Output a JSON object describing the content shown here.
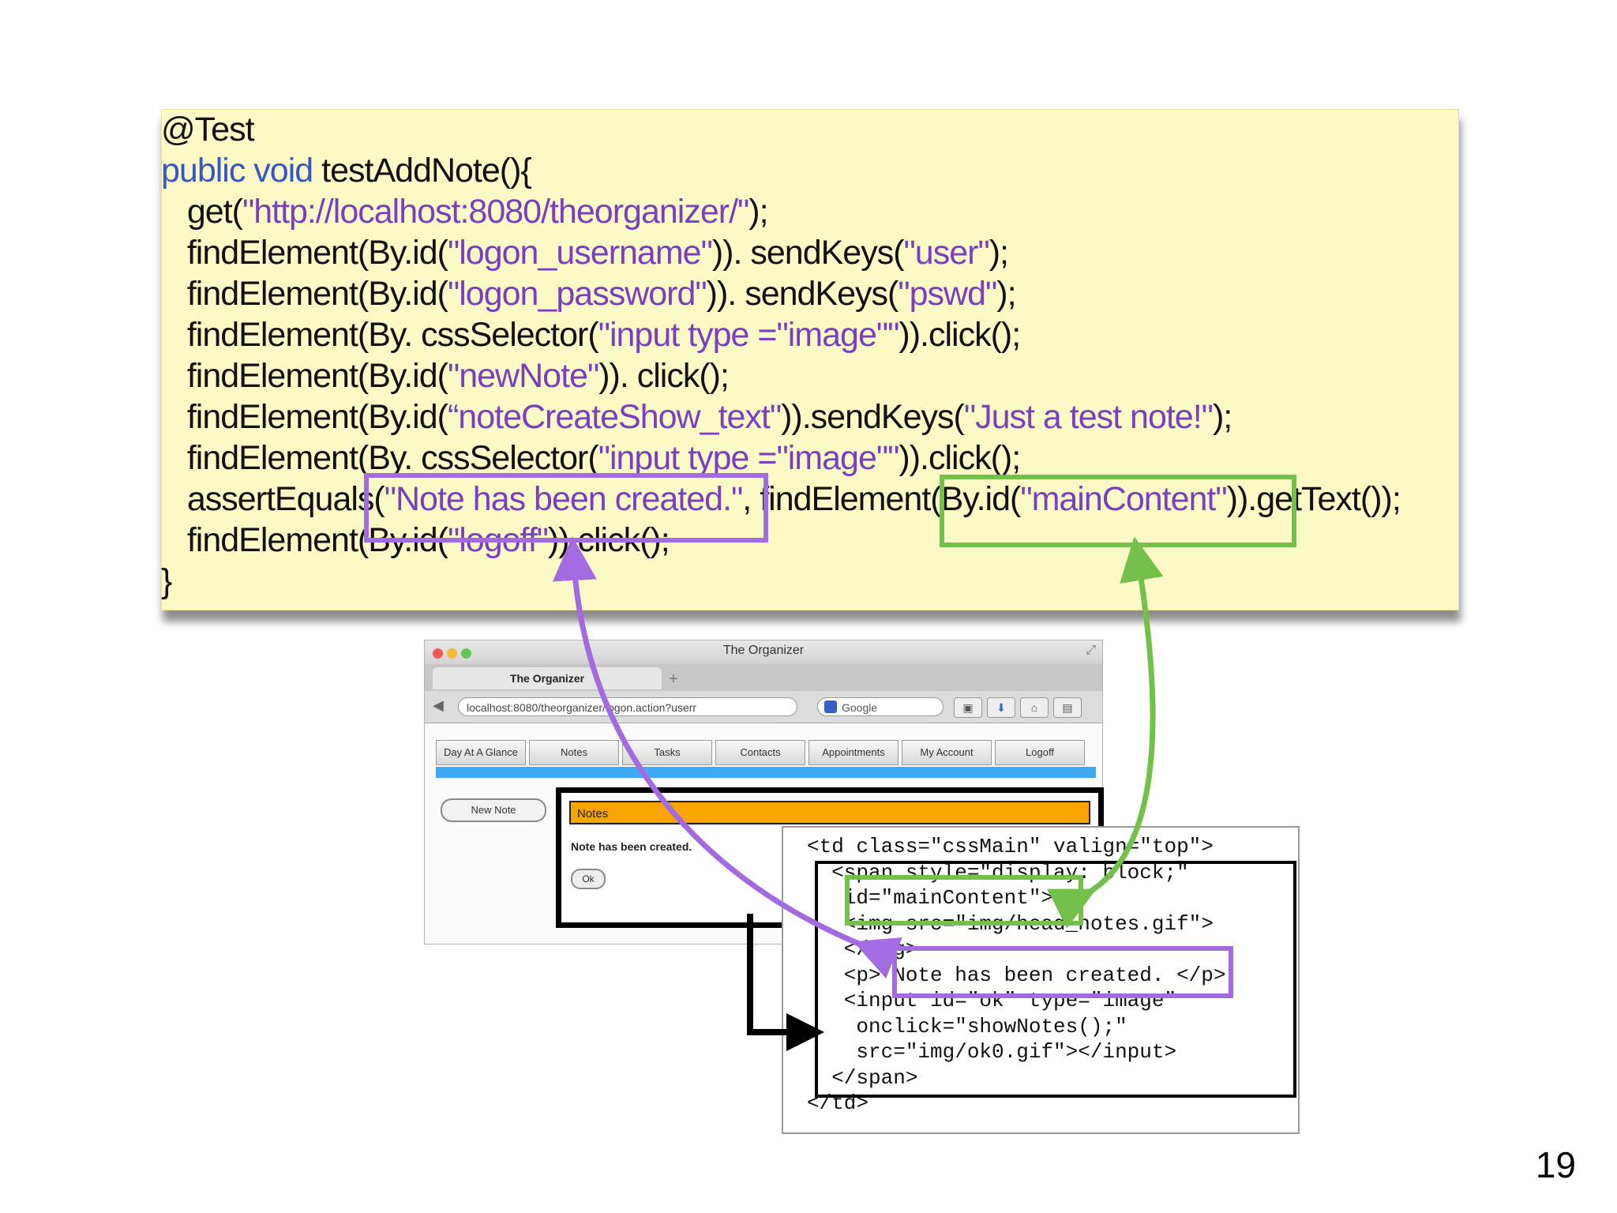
{
  "code": {
    "lines": [
      [
        {
          "t": "@Test",
          "c": "plain"
        }
      ],
      [
        {
          "t": "public void ",
          "c": "kw"
        },
        {
          "t": "testAddNote(){",
          "c": "plain"
        }
      ],
      [
        {
          "t": "   get(",
          "c": "plain"
        },
        {
          "t": "\"http://localhost:8080/theorganizer/\"",
          "c": "str"
        },
        {
          "t": ");",
          "c": "plain"
        }
      ],
      [
        {
          "t": "   findElement(By.id(",
          "c": "plain"
        },
        {
          "t": "\"logon_username\"",
          "c": "str"
        },
        {
          "t": ")). sendKeys(",
          "c": "plain"
        },
        {
          "t": "\"user\"",
          "c": "str"
        },
        {
          "t": ");",
          "c": "plain"
        }
      ],
      [
        {
          "t": "   findElement(By.id(",
          "c": "plain"
        },
        {
          "t": "\"logon_password\"",
          "c": "str"
        },
        {
          "t": ")). sendKeys(",
          "c": "plain"
        },
        {
          "t": "\"pswd\"",
          "c": "str"
        },
        {
          "t": ");",
          "c": "plain"
        }
      ],
      [
        {
          "t": "   findElement(By. cssSelector(",
          "c": "plain"
        },
        {
          "t": "\"input type =\"image\"\"",
          "c": "str"
        },
        {
          "t": ")).click();",
          "c": "plain"
        }
      ],
      [
        {
          "t": "   findElement(By.id(",
          "c": "plain"
        },
        {
          "t": "\"newNote\"",
          "c": "str"
        },
        {
          "t": ")). click();",
          "c": "plain"
        }
      ],
      [
        {
          "t": "   findElement(By.id(",
          "c": "plain"
        },
        {
          "t": "“noteCreateShow_text\"",
          "c": "str"
        },
        {
          "t": ")).sendKeys(",
          "c": "plain"
        },
        {
          "t": "\"Just a test note!\"",
          "c": "str"
        },
        {
          "t": ");",
          "c": "plain"
        }
      ],
      [
        {
          "t": "   findElement(By. cssSelector(",
          "c": "plain"
        },
        {
          "t": "\"input type =\"image\"\"",
          "c": "str"
        },
        {
          "t": ")).click();",
          "c": "plain"
        }
      ],
      [
        {
          "t": "   assertEquals(",
          "c": "plain"
        },
        {
          "t": "\"Note has been created.\"",
          "c": "str"
        },
        {
          "t": ", findElement(By.id(",
          "c": "plain"
        },
        {
          "t": "\"mainContent\"",
          "c": "str"
        },
        {
          "t": ")).getText());",
          "c": "plain"
        }
      ],
      [
        {
          "t": "   findElement(By.id(",
          "c": "plain"
        },
        {
          "t": "\"logoff\"",
          "c": "str"
        },
        {
          "t": ")).click();",
          "c": "plain"
        }
      ],
      [
        {
          "t": "}",
          "c": "plain"
        }
      ]
    ]
  },
  "browser": {
    "window_title": "The Organizer",
    "tab_label": "The Organizer",
    "new_tab": "+",
    "url": "localhost:8080/theorganizer/logon.action?userr",
    "search_placeholder": "Google",
    "nav_tabs": [
      "Day At A Glance",
      "Notes",
      "Tasks",
      "Contacts",
      "Appointments",
      "My Account",
      "Logoff"
    ],
    "new_note_button": "New Note",
    "notes_header": "Notes",
    "notes_message": "Note has been created.",
    "ok_button": "Ok"
  },
  "html_snippet": {
    "lines": [
      "<td class=\"cssMain\" valign=\"top\">",
      "  <span style=\"display: block;\"",
      "   id=\"mainContent\">",
      "   <img src=\"img/head_notes.gif\">",
      "   </img>",
      "   <p> Note has been created. </p>",
      "   <input id=\"ok\" type=\"image\"",
      "    onclick=\"showNotes();\"",
      "    src=\"img/ok0.gif\"></input>",
      "  </span>",
      "</td>"
    ]
  },
  "colors": {
    "highlight_purple": "#a46be0",
    "highlight_green": "#73c04a",
    "code_background": "#fbf9c6"
  },
  "slide_number": "19"
}
